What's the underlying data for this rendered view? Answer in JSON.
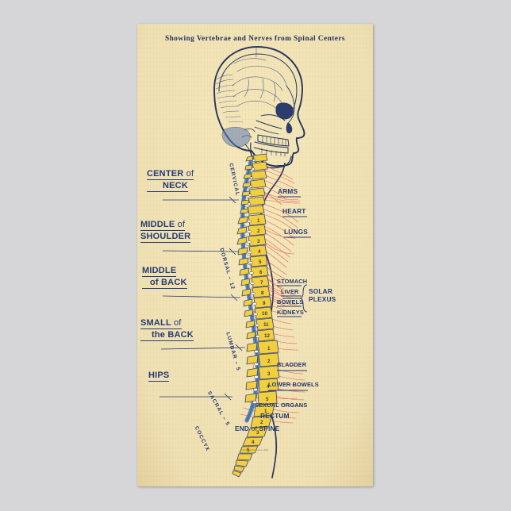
{
  "poster": {
    "title": "Showing Vertebrae and Nerves from Spinal Centers",
    "credit": "chiropractic nerve chart",
    "paper_color": "#f6ecc9",
    "ink_color": "#243a74",
    "bone_color": "#f2cf3e",
    "cord_color": "#4a7fc1",
    "nerve_color": "#e2584a",
    "backdrop_color": "#d6d6d9"
  },
  "left_labels": [
    {
      "id": "center-of-neck",
      "line1": "CENTER",
      "conj": "of",
      "line2": "NECK"
    },
    {
      "id": "middle-of-shoulder",
      "line1": "MIDDLE",
      "conj": "of",
      "line2": "SHOULDER"
    },
    {
      "id": "middle-of-back",
      "line1": "MIDDLE",
      "conj": "of",
      "line2": "of BACK"
    },
    {
      "id": "small-of-the-back",
      "line1": "SMALL",
      "conj": "of",
      "line2": "the BACK"
    },
    {
      "id": "hips",
      "line1": "HIPS",
      "conj": "",
      "line2": ""
    }
  ],
  "spine_sections": [
    {
      "id": "cervical",
      "label": "CERVICAL"
    },
    {
      "id": "dorsal",
      "label": "DORSAL – 12"
    },
    {
      "id": "lumbar",
      "label": "LUMBAR – 5"
    },
    {
      "id": "sacral",
      "label": "SACRAL – 5"
    },
    {
      "id": "coccyx",
      "label": "COCCYX"
    }
  ],
  "vertebra_numbers": {
    "dorsal": [
      "1",
      "2",
      "3",
      "4",
      "5",
      "6",
      "7",
      "8",
      "9",
      "10",
      "11",
      "12"
    ],
    "lumbar": [
      "1",
      "2",
      "3",
      "4",
      "5"
    ],
    "sacral": [
      "1",
      "2",
      "3",
      "4",
      "5"
    ]
  },
  "right_labels": [
    {
      "id": "arms",
      "text": "ARMS"
    },
    {
      "id": "heart",
      "text": "HEART"
    },
    {
      "id": "lungs",
      "text": "LUNGS"
    },
    {
      "id": "stomach",
      "text": "STOMACH"
    },
    {
      "id": "liver",
      "text": "LIVER"
    },
    {
      "id": "bowels",
      "text": "BOWELS"
    },
    {
      "id": "kidneys",
      "text": "KIDNEYS"
    },
    {
      "id": "bladder",
      "text": "BLADDER"
    },
    {
      "id": "lower-bowels",
      "text": "LOWER BOWELS"
    },
    {
      "id": "sexual-organs",
      "text": "SEXUAL ORGANS"
    },
    {
      "id": "rectum",
      "text": "RECTUM"
    }
  ],
  "brace_label": {
    "line1": "SOLAR",
    "line2": "PLEXUS"
  },
  "end_of_spine": {
    "pre": "END",
    "conj": "of",
    "post": "SPINE"
  }
}
